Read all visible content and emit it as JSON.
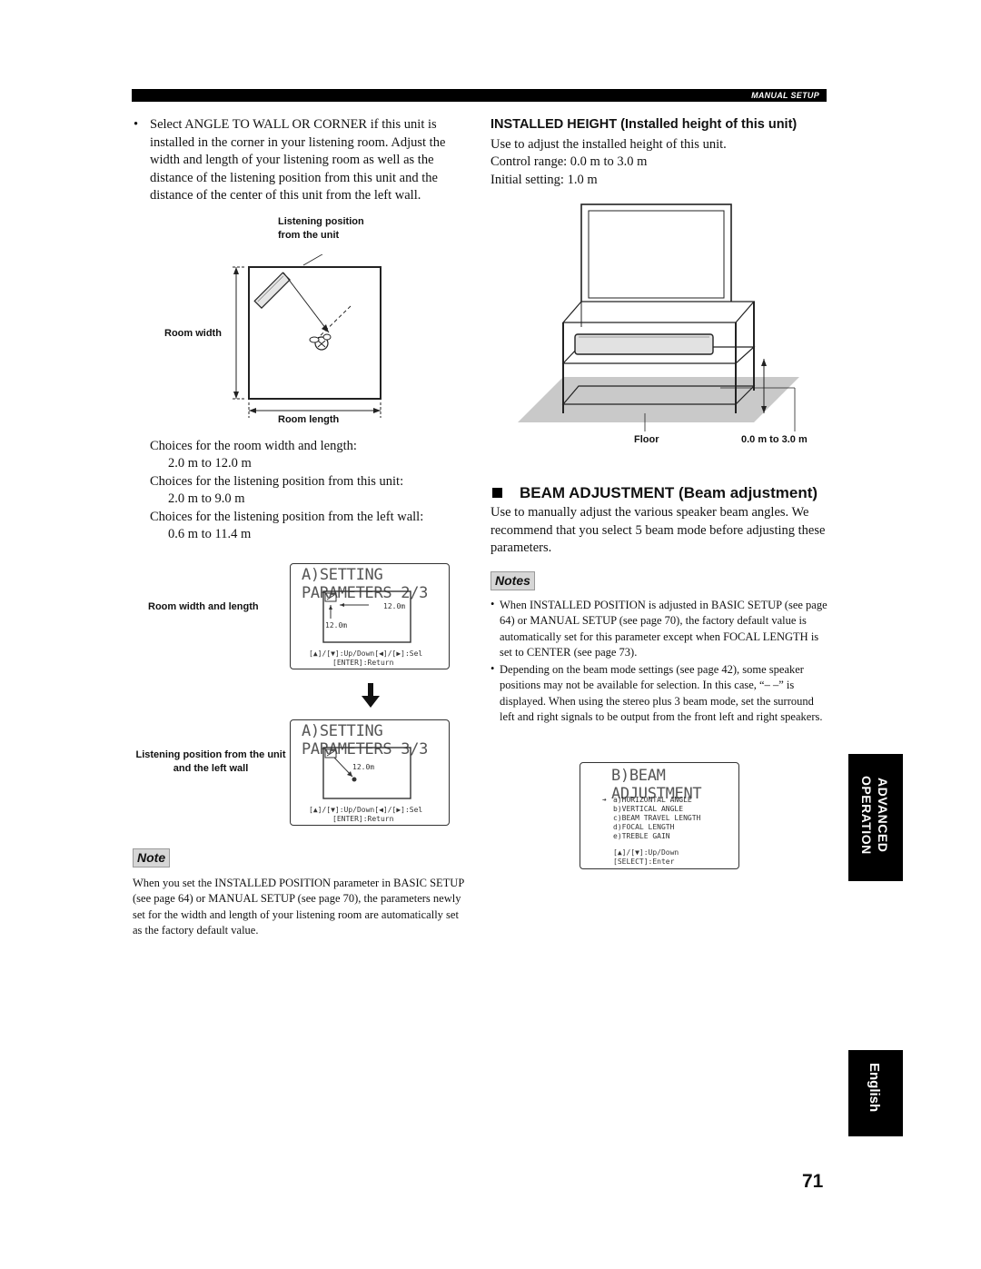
{
  "header": {
    "section_label": "MANUAL SETUP"
  },
  "left": {
    "bullet": "•",
    "bullet_text": "Select ANGLE TO WALL OR CORNER if this unit is installed in the corner in your listening room. Adjust the width and length of your listening room as well as the distance of the listening position from this unit and the distance of the center of this unit from the left wall.",
    "diagram": {
      "label_listening_pos": "Listening position from the unit",
      "label_room_width": "Room width",
      "label_room_length": "Room length"
    },
    "choices": [
      "Choices for the room width and length:",
      "2.0 m to 12.0 m",
      "Choices for the listening position from this unit:",
      "2.0 m to 9.0 m",
      "Choices for the listening position from the left wall:",
      "0.6 m to 11.4 m"
    ],
    "display1": {
      "side_label": "Room width and length",
      "title": "A)SETTING PARAMETERS 2/3",
      "value_a": "12.0m",
      "value_b": "12.0m",
      "help1": "[▲]/[▼]:Up/Down[◀]/[▶]:Sel",
      "help2": "[ENTER]:Return"
    },
    "display2": {
      "side_label": "Listening position from the unit and the left wall",
      "title": "A)SETTING PARAMETERS 3/3",
      "value_a": "12.0m",
      "help1": "[▲]/[▼]:Up/Down[◀]/[▶]:Sel",
      "help2": "[ENTER]:Return"
    },
    "note_tag": "Note",
    "note_text": "When you set the INSTALLED POSITION parameter in BASIC SETUP (see page 64) or MANUAL SETUP (see page 70), the parameters newly set for the width and length of your listening room are automatically set as the factory default value."
  },
  "right": {
    "installed_height": {
      "heading": "INSTALLED HEIGHT (Installed height of this unit)",
      "lines": [
        "Use to adjust the installed height of this unit.",
        "Control range: 0.0 m to 3.0 m",
        "Initial setting: 1.0 m"
      ],
      "label_floor": "Floor",
      "label_range": "0.0 m to 3.0 m"
    },
    "beam": {
      "heading": "BEAM ADJUSTMENT (Beam adjustment)",
      "text": "Use to manually adjust the various speaker beam angles. We recommend that you select 5 beam mode before adjusting these parameters."
    },
    "notes_tag": "Notes",
    "notes": [
      "When INSTALLED POSITION is adjusted in BASIC SETUP (see page 64) or MANUAL SETUP (see page 70), the factory default value is automatically set for this parameter except when FOCAL LENGTH is set to CENTER (see page 73).",
      "Depending on the beam mode settings (see page 42), some speaker positions may not be available for selection. In this case, “– –” is displayed. When using the stereo plus 3 beam mode, set the surround left and right signals to be output from the front left and right speakers."
    ],
    "display3": {
      "title": "B)BEAM ADJUSTMENT",
      "items": [
        "a)HORIZONTAL ANGLE",
        "b)VERTICAL ANGLE",
        "c)BEAM TRAVEL LENGTH",
        "d)FOCAL LENGTH",
        "e)TREBLE GAIN"
      ],
      "cursor": "➔",
      "help1": "[▲]/[▼]:Up/Down",
      "help2": "[SELECT]:Enter"
    }
  },
  "side_tabs": {
    "advanced": "ADVANCED",
    "operation": "OPERATION",
    "language": "English"
  },
  "page_number": "71"
}
